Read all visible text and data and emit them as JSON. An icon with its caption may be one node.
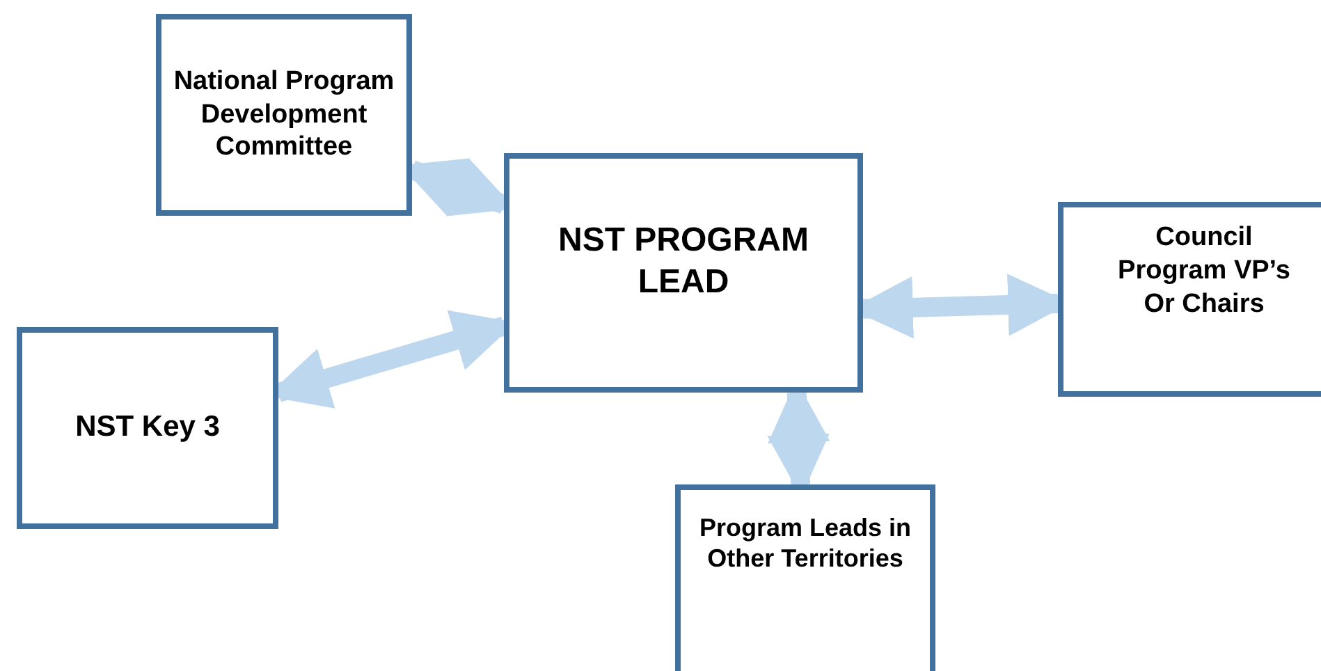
{
  "diagram": {
    "nodes": [
      {
        "text": [
          "National Program Development Committee"
        ]
      },
      {
        "text": [
          "NST PROGRAM LEAD"
        ]
      },
      {
        "text": [
          "Council Program VP’s Or Chairs"
        ]
      },
      {
        "text": [
          "NST Key 3"
        ]
      },
      {
        "text": [
          "Program Leads in Other Territories"
        ]
      }
    ],
    "edges": [
      {
        "from": 0,
        "to": 1,
        "arrow": "both"
      },
      {
        "from": 3,
        "to": 1,
        "arrow": "both"
      },
      {
        "from": 1,
        "to": 2,
        "arrow": "both"
      },
      {
        "from": 1,
        "to": 4,
        "arrow": "both"
      }
    ]
  }
}
